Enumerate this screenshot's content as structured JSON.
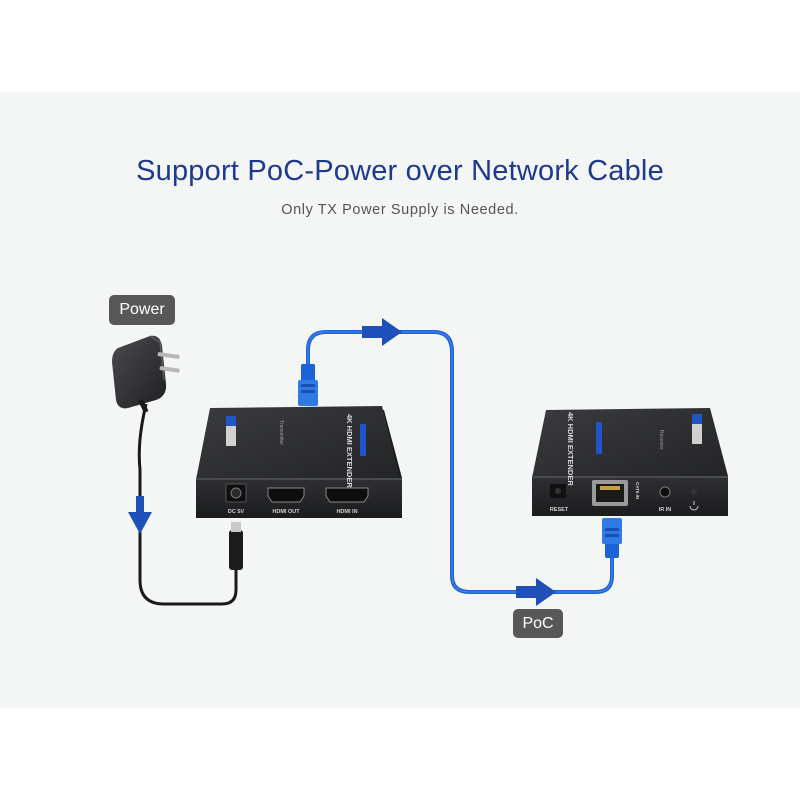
{
  "heading": {
    "title": "Support PoC-Power over Network Cable",
    "subtitle": "Only TX Power Supply is Needed."
  },
  "labels": {
    "power": "Power",
    "poc": "PoC"
  },
  "transmitter": {
    "name": "4K HDMI EXTENDER",
    "role": "Transmitter",
    "ports": [
      "DC 5V",
      "HDMI OUT",
      "HDMI IN"
    ]
  },
  "receiver": {
    "name": "4K HDMI EXTENDER",
    "role": "Receiver",
    "ports": [
      "RESET",
      "CAT6 IN",
      "IR IN"
    ]
  },
  "colors": {
    "accent": "#1e3a8f",
    "cable": "#1d63d8",
    "arrow": "#1f4fb8",
    "tag_bg": "#585858",
    "device": "#2a2b2d"
  }
}
